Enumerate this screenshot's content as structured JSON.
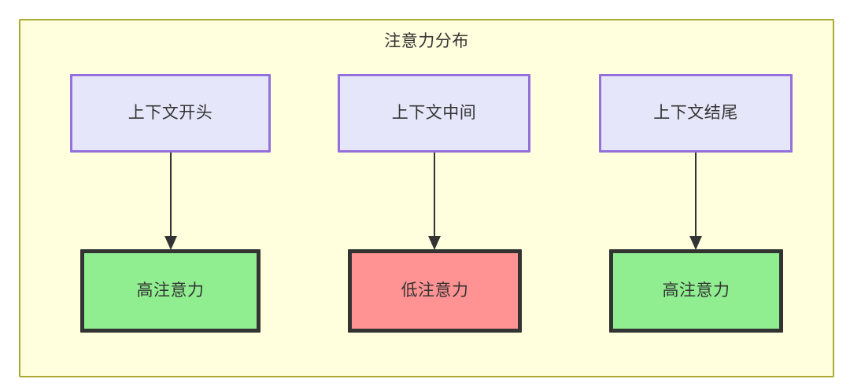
{
  "diagram": {
    "title": "注意力分布",
    "type": "flowchart",
    "colors": {
      "container_fill": "#ffffdd",
      "container_border": "#aaaa33",
      "context_fill": "#e6e6fa",
      "context_border": "#9370db",
      "high_attention_fill": "#90ee90",
      "low_attention_fill": "#ff9393",
      "node_border": "#333333",
      "edge": "#333333",
      "text": "#333333"
    },
    "columns": [
      {
        "id": "start",
        "context": {
          "label": "上下文开头"
        },
        "attention": {
          "label": "高注意力",
          "level": "high"
        }
      },
      {
        "id": "middle",
        "context": {
          "label": "上下文中间"
        },
        "attention": {
          "label": "低注意力",
          "level": "low"
        }
      },
      {
        "id": "end",
        "context": {
          "label": "上下文结尾"
        },
        "attention": {
          "label": "高注意力",
          "level": "high"
        }
      }
    ]
  }
}
